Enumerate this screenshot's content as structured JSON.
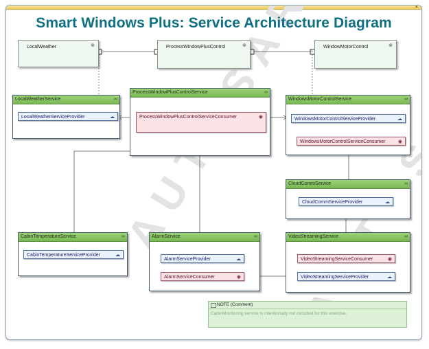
{
  "title": "Smart Windows Plus: Service Architecture Diagram",
  "watermark": "AUTOSAR",
  "components": [
    {
      "id": "local_weather",
      "label": "LocalWeather"
    },
    {
      "id": "process_window",
      "label": "ProcessWindowPlusControl"
    },
    {
      "id": "window_motor",
      "label": "WindowMotorControl"
    }
  ],
  "services": {
    "local_weather_service": {
      "name": "LocalWeatherService",
      "provider": "LocalWeatherServiceProvider"
    },
    "process_window_service": {
      "name": "ProcessWindowPlusControlService",
      "consumer": "ProcessWindowPlusControlServiceConsumer"
    },
    "windows_motor_service": {
      "name": "WindowsMotorControlService",
      "provider": "WindowsMotorControlServiceProvider",
      "consumer": "WindowsMotorControlServiceConsumer"
    },
    "cloud_comm_service": {
      "name": "CloudCommService",
      "provider": "CloudCommServiceProvider"
    },
    "cabin_temperature_service": {
      "name": "CabinTemperatureService",
      "provider": "CabinTemperatureServiceProvider"
    },
    "alarm_service": {
      "name": "AlarmService",
      "provider": "AlarmServiceProvider",
      "consumer": "AlarmServiceConsumer"
    },
    "video_streaming_service": {
      "name": "VideoStreamingService",
      "consumer": "VideoStreamingServiceConsumer",
      "provider": "VideoStreamingServiceProvider"
    }
  },
  "note": {
    "header": "NOTE (Comment)",
    "body": "CabinMonitoring service is intentionally not included for this exercise."
  },
  "colors": {
    "title": "#0d6f82",
    "service_header": "#86c463",
    "provider_fill": "#eaf2fb",
    "consumer_fill": "#fbe3e5",
    "component_fill": "#eef8ee",
    "note_fill": "#dcf1d6"
  },
  "icons": {
    "component": "component-icon",
    "service_header": "collaboration-icon",
    "provider": "provider-cloud-icon",
    "consumer": "consumer-eye-icon",
    "note": "note-icon"
  }
}
